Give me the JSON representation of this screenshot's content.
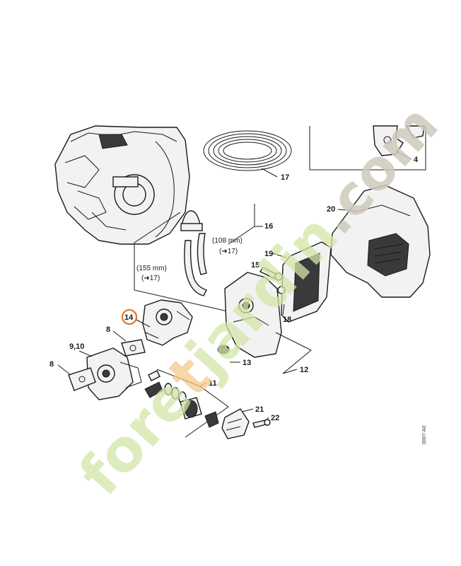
{
  "labels": {
    "p4": "4",
    "p8a": "8",
    "p8b": "8",
    "p910": "9,10",
    "p11": "11",
    "p12": "12",
    "p13": "13",
    "p14": "14",
    "p15": "15",
    "p16": "16",
    "p17": "17",
    "p18": "18",
    "p19": "19",
    "p20": "20",
    "p21": "21",
    "p22": "22"
  },
  "annotations": {
    "len1": "(108 mm)",
    "ref1": "(➜17)",
    "len2": "(155 mm)",
    "ref2": "(➜17)"
  },
  "drawing_code": "0007-A0",
  "watermark": {
    "part1": "fore",
    "part2": "t",
    "part3": "jardin",
    "part4": ".com"
  },
  "colors": {
    "highlight": "#e8741e",
    "watermark_green": "#d4e6a8",
    "watermark_orange": "#f5c98a",
    "watermark_gray": "#cfc9bd"
  }
}
